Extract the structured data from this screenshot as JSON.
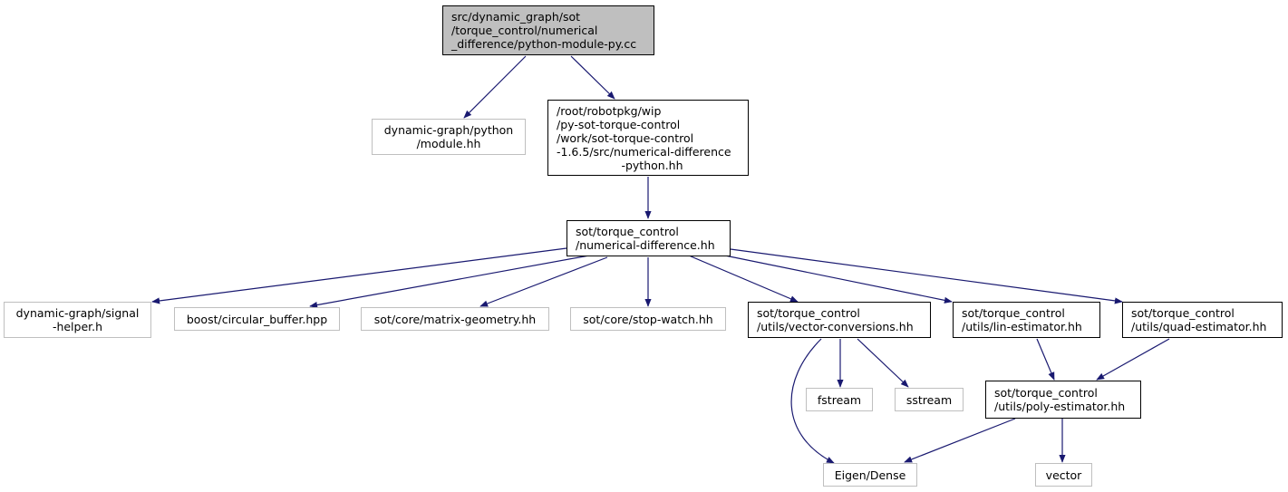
{
  "nodes": {
    "root": [
      "src/dynamic_graph/sot",
      "/torque_control/numerical",
      "_difference/python-module-py.cc"
    ],
    "dg_module": [
      "dynamic-graph/python",
      "/module.hh"
    ],
    "robotpkg": [
      "/root/robotpkg/wip",
      "/py-sot-torque-control",
      "/work/sot-torque-control",
      "-1.6.5/src/numerical-difference",
      "-python.hh"
    ],
    "numdiff": [
      "sot/torque_control",
      "/numerical-difference.hh"
    ],
    "signal_helper": [
      "dynamic-graph/signal",
      "-helper.h"
    ],
    "circular_buffer": [
      "boost/circular_buffer.hpp"
    ],
    "matrix_geometry": [
      "sot/core/matrix-geometry.hh"
    ],
    "stop_watch": [
      "sot/core/stop-watch.hh"
    ],
    "vector_conv": [
      "sot/torque_control",
      "/utils/vector-conversions.hh"
    ],
    "lin_est": [
      "sot/torque_control",
      "/utils/lin-estimator.hh"
    ],
    "quad_est": [
      "sot/torque_control",
      "/utils/quad-estimator.hh"
    ],
    "fstream": [
      "fstream"
    ],
    "sstream": [
      "sstream"
    ],
    "poly_est": [
      "sot/torque_control",
      "/utils/poly-estimator.hh"
    ],
    "eigen_dense": [
      "Eigen/Dense"
    ],
    "vector": [
      "vector"
    ]
  },
  "colors": {
    "edge": "#191970",
    "doc_border": "#000000",
    "external_border": "#bfbfbf",
    "root_fill": "#bfbfbf"
  }
}
